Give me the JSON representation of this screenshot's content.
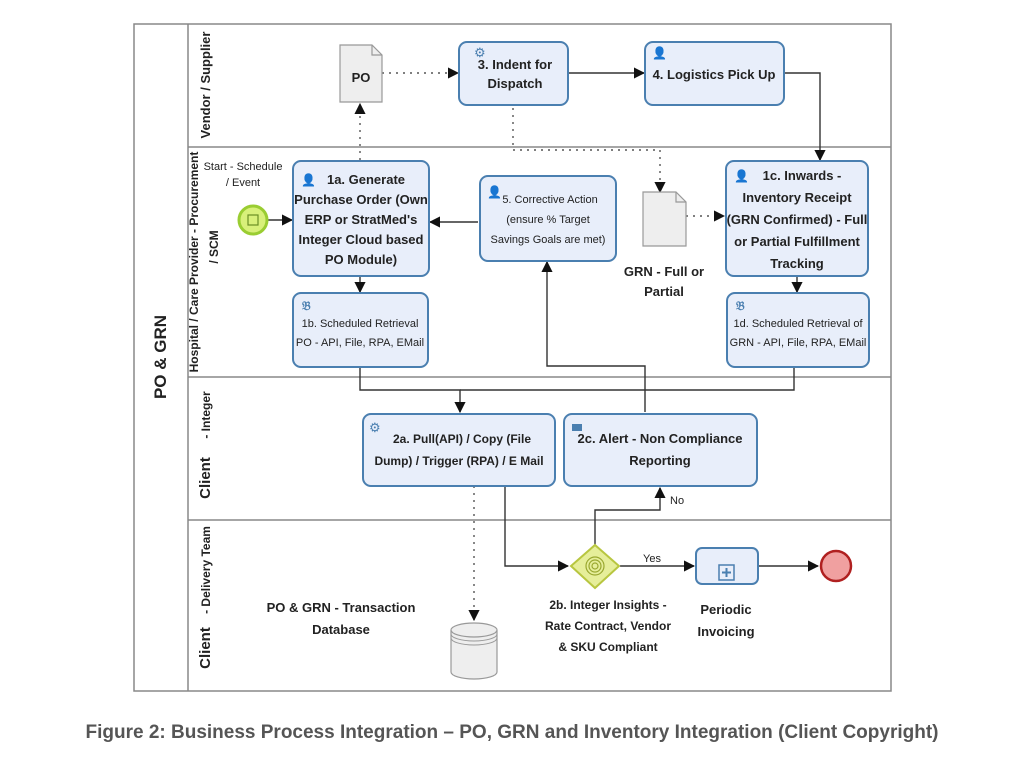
{
  "pool": {
    "title": "PO & GRN"
  },
  "lanes": [
    {
      "id": "vendor",
      "label": [
        "Vendor / Supplier"
      ]
    },
    {
      "id": "hospital",
      "label": [
        "Hospital / Care Provider - Procurement",
        "/ SCM"
      ]
    },
    {
      "id": "integer",
      "label": [
        "Client",
        "- Integer"
      ]
    },
    {
      "id": "delivery",
      "label": [
        "Client",
        "- Delivery Team"
      ]
    }
  ],
  "nodes": {
    "start_event": {
      "label": [
        "Start - Schedule",
        "/ Event"
      ],
      "icon": "message-icon"
    },
    "po_doc": {
      "label": "PO"
    },
    "task_3": {
      "label": [
        "3. Indent for",
        "Dispatch"
      ],
      "icon": "gear-icon"
    },
    "task_4": {
      "label": [
        "4. Logistics Pick Up"
      ],
      "icon": "user-icon"
    },
    "task_1a": {
      "label": [
        "1a. Generate",
        "Purchase Order (Own",
        "ERP or StratMed's",
        "Integer Cloud based",
        "PO Module)"
      ],
      "icon": "user-icon"
    },
    "task_1b": {
      "label": [
        "1b. Scheduled Retrieval",
        "PO - API, File, RPA, EMail"
      ],
      "icon": "script-icon"
    },
    "task_5": {
      "label": [
        "5. Corrective Action",
        "(ensure % Target",
        "Savings Goals are met)"
      ],
      "icon": "user-icon"
    },
    "grn_doc": {
      "label": [
        "GRN - Full or",
        "Partial"
      ]
    },
    "task_1c": {
      "label": [
        "1c. Inwards -",
        "Inventory Receipt",
        "(GRN Confirmed) - Full",
        "or Partial Fulfillment",
        "Tracking"
      ],
      "icon": "user-icon"
    },
    "task_1d": {
      "label": [
        "1d. Scheduled Retrieval of",
        "GRN - API, File, RPA, EMail"
      ],
      "icon": "script-icon"
    },
    "task_2a": {
      "label": [
        "2a. Pull(API) / Copy (File",
        "Dump) / Trigger (RPA) / E Mail"
      ],
      "icon": "gear-icon"
    },
    "task_2c": {
      "label": [
        "2c. Alert - Non Compliance",
        "Reporting"
      ],
      "icon": "envelope-icon"
    },
    "database": {
      "label": [
        "PO & GRN - Transaction",
        "Database"
      ]
    },
    "gateway_2b": {
      "label": [
        "2b. Integer Insights -",
        "Rate Contract, Vendor",
        "& SKU Compliant"
      ]
    },
    "subprocess_invoicing": {
      "label": [
        "Periodic",
        "Invoicing"
      ],
      "icon": "plus-icon"
    },
    "end_event": {
      "label": ""
    }
  },
  "flow_labels": {
    "yes": "Yes",
    "no": "No"
  },
  "colors": {
    "task_fill": "#e8eefa",
    "task_stroke": "#4a7fb0",
    "doc_fill": "#eeeeee",
    "start_fill": "#d8f07a",
    "start_stroke": "#9acd32",
    "gateway_fill": "#e6ee9a",
    "gateway_stroke": "#b8c640",
    "end_fill": "#f0a0a0",
    "end_stroke": "#b02020",
    "lane_stroke": "#888888"
  },
  "caption": "Figure 2: Business Process Integration – PO, GRN and Inventory Integration (Client Copyright)"
}
